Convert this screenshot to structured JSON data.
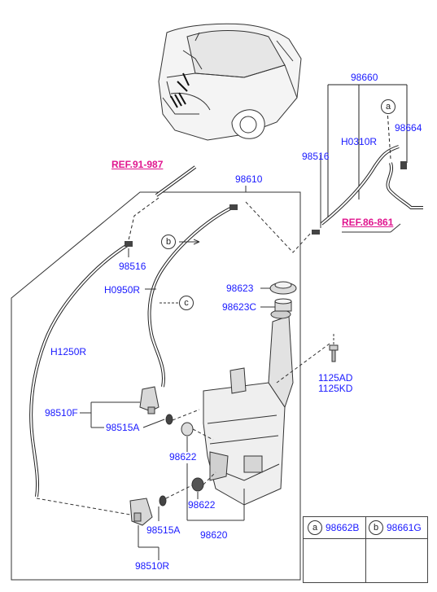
{
  "labels": {
    "p98660": "98660",
    "p98664": "98664",
    "pH0310R": "H0310R",
    "p98516_top": "98516",
    "ref_91": "REF.91-987",
    "ref_86": "REF.86-861",
    "p98610": "98610",
    "p98516_left": "98516",
    "pH0950R": "H0950R",
    "pH1250R": "H1250R",
    "p98623": "98623",
    "p98623C": "98623C",
    "p1125AD": "1125AD",
    "p1125KD": "1125KD",
    "p98510F": "98510F",
    "p98515A_top": "98515A",
    "p98622_top": "98622",
    "p98622_bottom": "98622",
    "p98620": "98620",
    "p98515A_bottom": "98515A",
    "p98510R": "98510R"
  },
  "callouts": {
    "a": "a",
    "b": "b",
    "c": "c"
  },
  "legend": {
    "a_letter": "a",
    "a_part": "98662B",
    "b_letter": "b",
    "b_part": "98661G"
  },
  "colors": {
    "part_number": "#1a1aff",
    "reference": "#e0168f",
    "line": "#333333"
  }
}
